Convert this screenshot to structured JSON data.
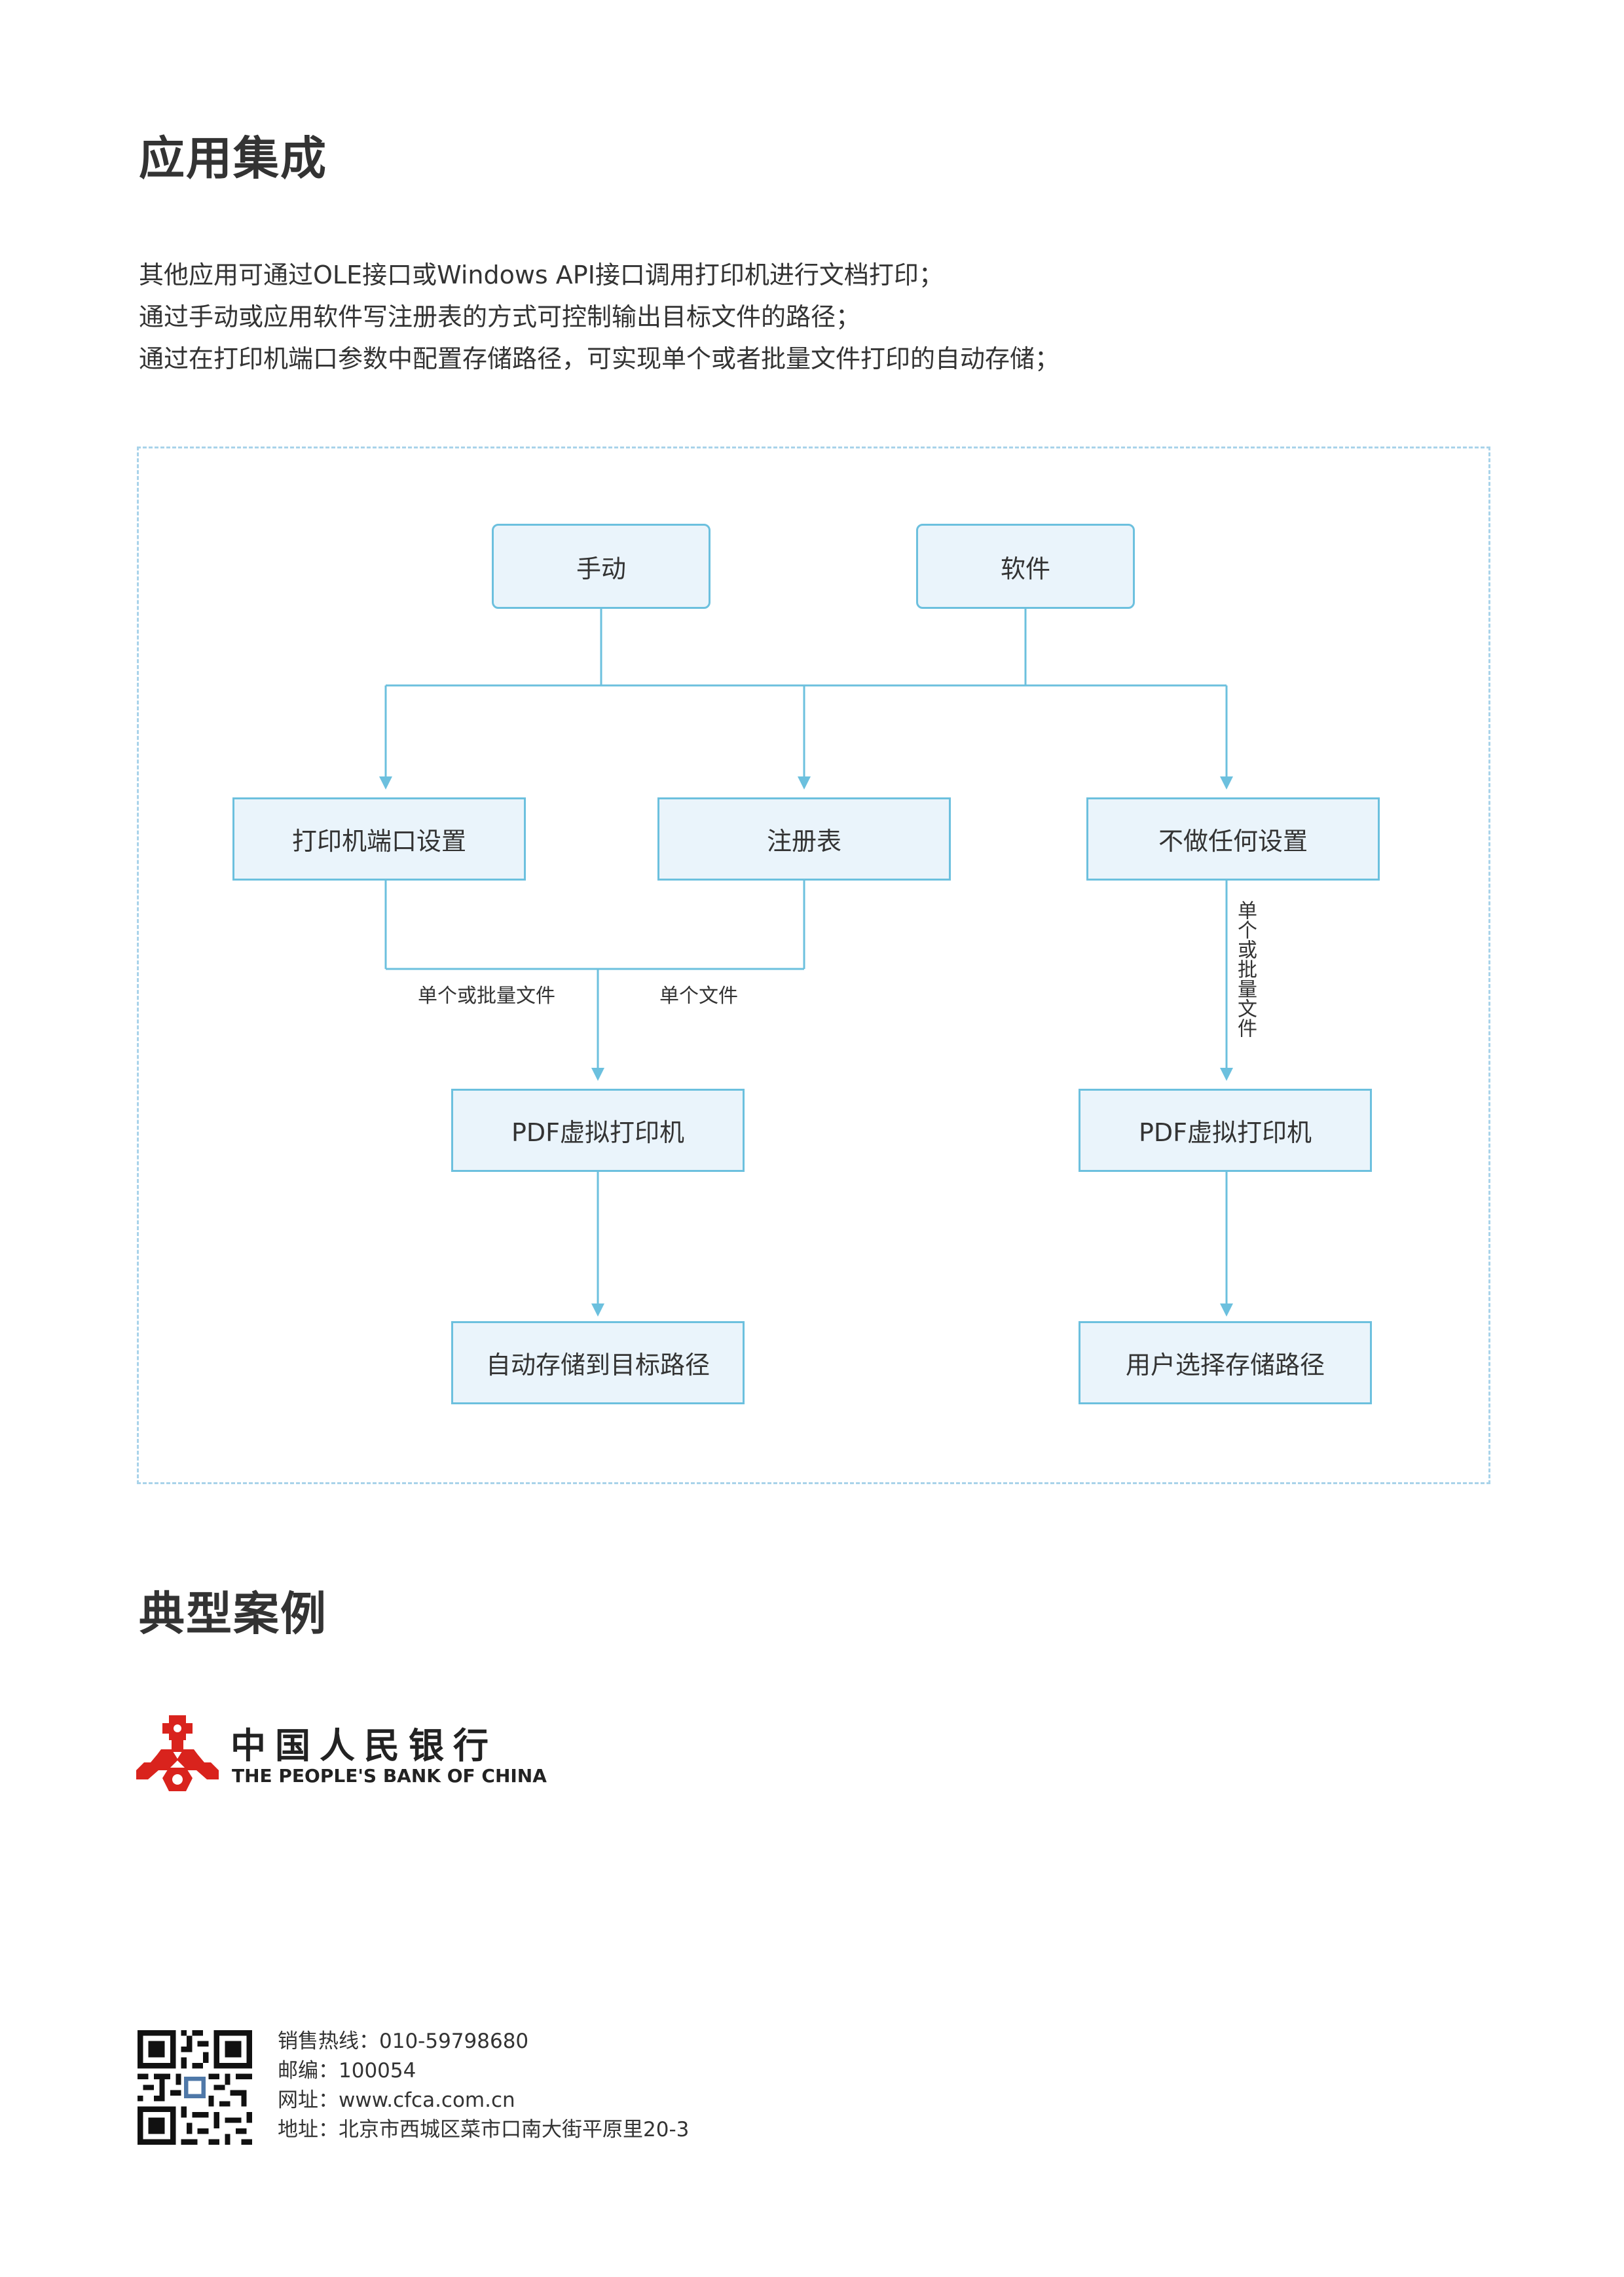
{
  "section_integration": {
    "title": "应用集成",
    "paragraphs": [
      "其他应用可通过OLE接口或Windows API接口调用打印机进行文档打印；",
      "通过手动或应用软件写注册表的方式可控制输出目标文件的路径；",
      "通过在打印机端口参数中配置存储路径，可实现单个或者批量文件打印的自动存储；"
    ]
  },
  "flowchart": {
    "sources": {
      "manual": "手动",
      "software": "软件"
    },
    "settings": {
      "printer_port": "打印机端口设置",
      "registry": "注册表",
      "no_setting": "不做任何设置"
    },
    "edge_labels": {
      "single_or_batch": "单个或批量文件",
      "single_file": "单个文件",
      "single_or_batch_vertical": "单个或批量文件"
    },
    "printers": {
      "left": "PDF虚拟打印机",
      "right": "PDF虚拟打印机"
    },
    "outcomes": {
      "auto_save": "自动存储到目标路径",
      "user_choose": "用户选择存储路径"
    },
    "colors": {
      "line": "#6cc0de",
      "node_fill": "#eaf4fb",
      "frame": "#a9d3ea"
    }
  },
  "section_cases": {
    "title": "典型案例",
    "logo": {
      "name_cn": "中国人民银行",
      "name_en": "THE PEOPLE'S BANK OF CHINA",
      "color": "#d9231d"
    }
  },
  "footer": {
    "qr_icon": "qr-code-icon",
    "lines": [
      "销售热线：010-59798680",
      "邮编：100054",
      "网址：www.cfca.com.cn",
      "地址：北京市西城区菜市口南大街平原里20-3"
    ]
  }
}
